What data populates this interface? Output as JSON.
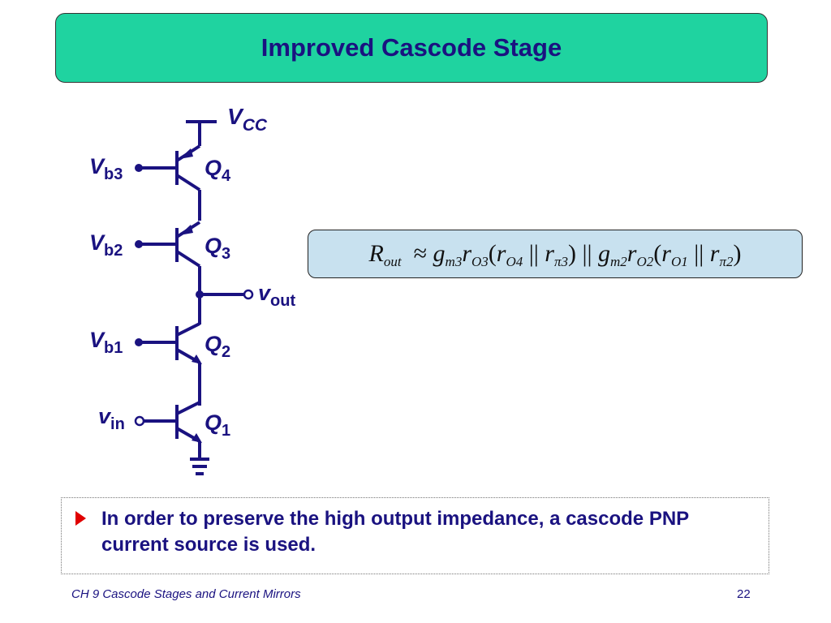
{
  "title": "Improved Cascode Stage",
  "circuit": {
    "vcc": {
      "main": "V",
      "sub": "CC"
    },
    "vb3": {
      "main": "V",
      "sub": "b3"
    },
    "vb2": {
      "main": "V",
      "sub": "b2"
    },
    "vb1": {
      "main": "V",
      "sub": "b1"
    },
    "vin": {
      "main": "v",
      "sub": "in"
    },
    "vout": {
      "main": "v",
      "sub": "out"
    },
    "q4": {
      "main": "Q",
      "sub": "4"
    },
    "q3": {
      "main": "Q",
      "sub": "3"
    },
    "q2": {
      "main": "Q",
      "sub": "2"
    },
    "q1": {
      "main": "Q",
      "sub": "1"
    }
  },
  "formula": {
    "r": "R",
    "out": "out",
    "approx": "≈",
    "g1": "g",
    "m3": "m3",
    "r1": "r",
    "o3": "O3",
    "lp1": "(",
    "r2": "r",
    "o4": "O4",
    "par1": "||",
    "r3": "r",
    "pi3": "π3",
    "rp1": ")",
    "par2": "||",
    "g2": "g",
    "m2": "m2",
    "r4": "r",
    "o2": "O2",
    "lp2": "(",
    "r5": "r",
    "o1": "O1",
    "par3": "||",
    "r6": "r",
    "pi2": "π2",
    "rp2": ")"
  },
  "bullet": {
    "text": "In order to preserve the high output impedance, a cascode PNP current source is used."
  },
  "footer": {
    "left": "CH 9  Cascode Stages and Current Mirrors",
    "page": "22"
  },
  "colors": {
    "title_bg": "#1fd3a0",
    "ink": "#1a1280",
    "formula_bg": "#c8e1ef",
    "bullet_arrow": "#e00000"
  }
}
